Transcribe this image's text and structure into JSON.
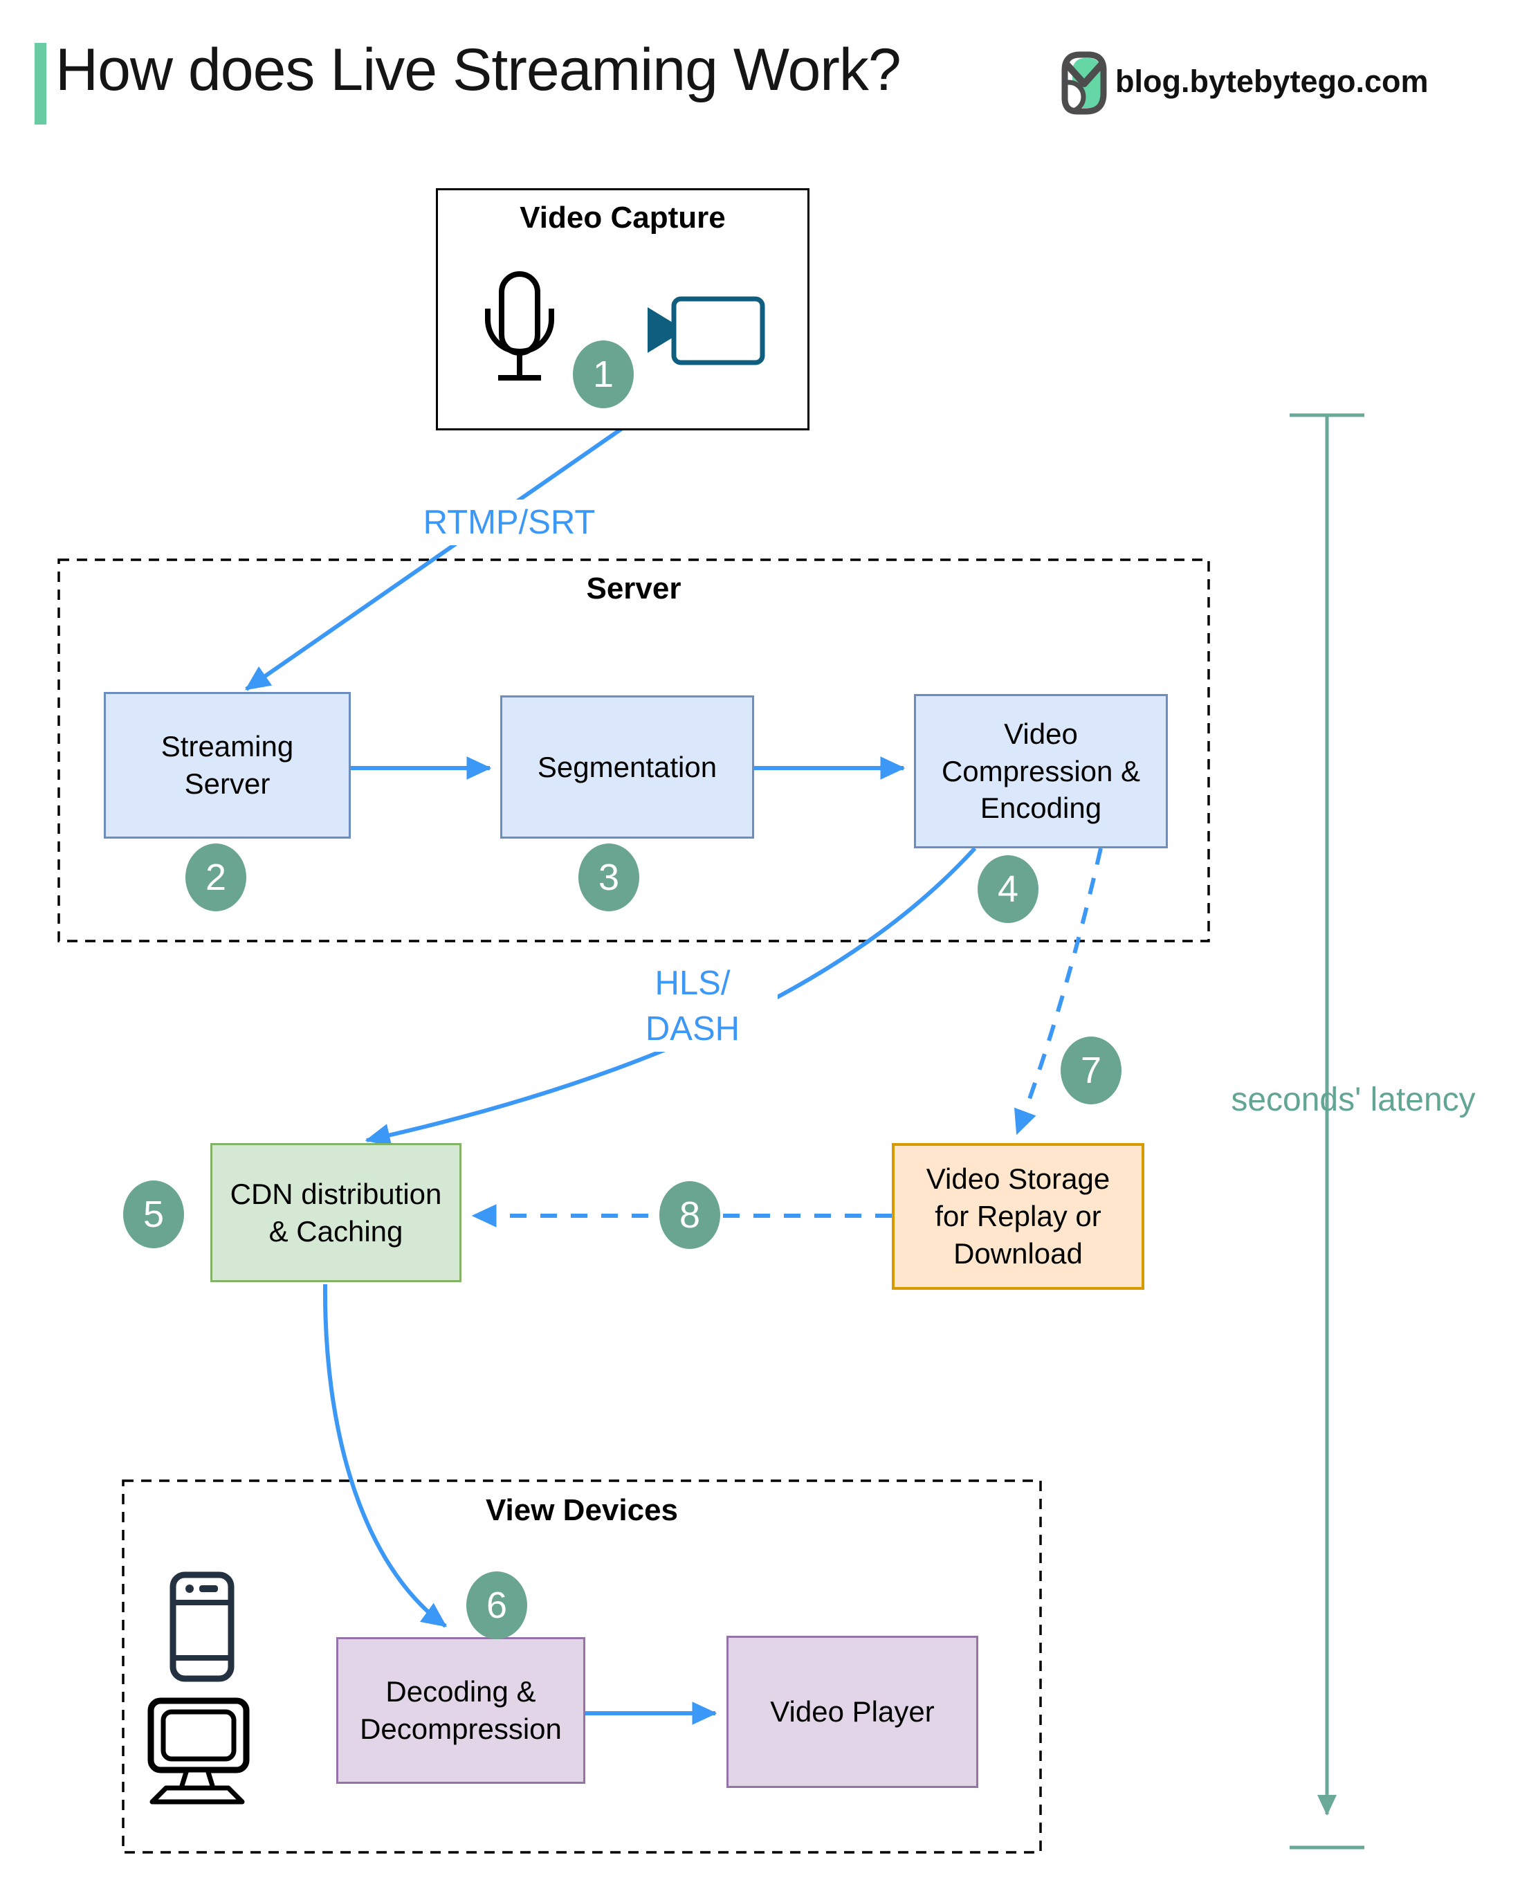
{
  "header": {
    "title": "How does Live Streaming Work?",
    "site": "blog.bytebytego.com"
  },
  "groups": {
    "capture": "Video Capture",
    "server": "Server",
    "view_devices": "View Devices"
  },
  "nodes": {
    "streaming": {
      "label": "Streaming\nServer"
    },
    "segmentation": {
      "label": "Segmentation"
    },
    "compression": {
      "label": "Video\nCompression &\nEncoding"
    },
    "cdn": {
      "label": "CDN distribution\n& Caching"
    },
    "storage": {
      "label": "Video Storage\nfor Replay or\nDownload"
    },
    "decoding": {
      "label": "Decoding &\nDecompression"
    },
    "player": {
      "label": "Video Player"
    }
  },
  "edges": {
    "rtmp": "RTMP/SRT",
    "hls": "HLS/\nDASH",
    "latency": "seconds' latency"
  },
  "steps": [
    "1",
    "2",
    "3",
    "4",
    "5",
    "6",
    "7",
    "8"
  ],
  "icons": [
    "microphone-icon",
    "video-camera-icon",
    "smartphone-icon",
    "monitor-icon",
    "bytebytego-logo-icon"
  ],
  "colors": {
    "accent_blue": "#3b98f6",
    "badge_green": "#6aa592",
    "latency_teal": "#68a797",
    "title_bar_green": "#68cba2",
    "server_node_fill": "#dbe8fc",
    "server_node_border": "#6c8ebf",
    "cdn_fill": "#d5e8d4",
    "cdn_border": "#82b366",
    "storage_fill": "#ffe6cc",
    "storage_border": "#d79b00",
    "device_fill": "#e1d5e7",
    "device_border": "#9673a6",
    "camera_icon_teal": "#0f5e80"
  }
}
